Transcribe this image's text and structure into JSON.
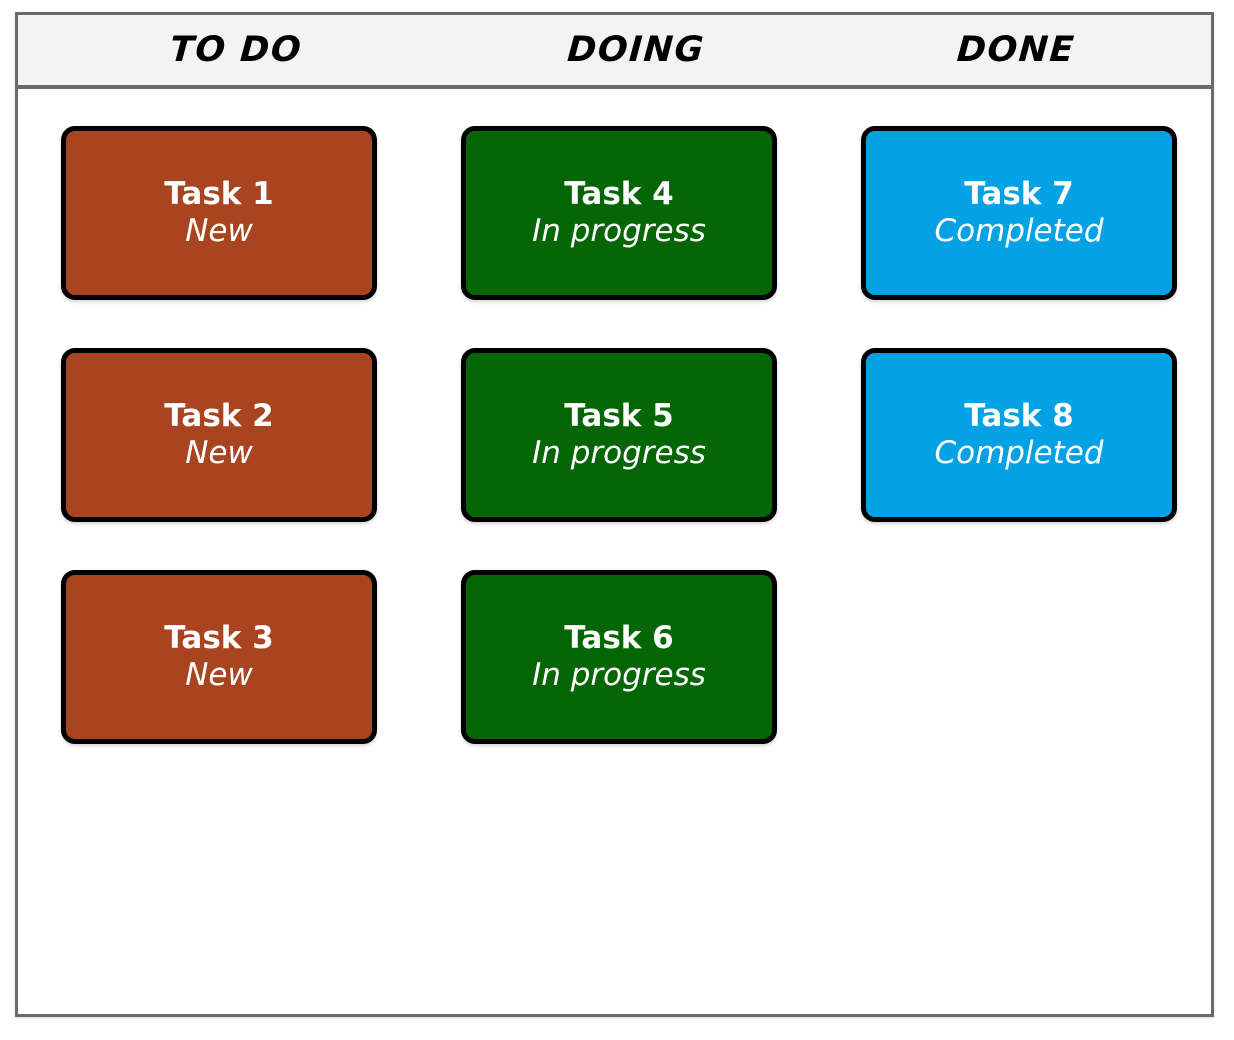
{
  "board": {
    "frame_border_color": "#6b6b6e",
    "background_color": "#ffffff",
    "header_background_color": "#f3f3f4",
    "header_text_color": "#000000"
  },
  "columns": [
    {
      "id": "todo",
      "header": "TO DO",
      "accent_color": "#a8441f",
      "cards": [
        {
          "title": "Task 1",
          "status": "New",
          "color": "#a8441f"
        },
        {
          "title": "Task 2",
          "status": "New",
          "color": "#a8441f"
        },
        {
          "title": "Task 3",
          "status": "New",
          "color": "#a8441f"
        }
      ]
    },
    {
      "id": "doing",
      "header": "DOING",
      "accent_color": "#066606",
      "cards": [
        {
          "title": "Task 4",
          "status": "In progress",
          "color": "#066606"
        },
        {
          "title": "Task 5",
          "status": "In progress",
          "color": "#066606"
        },
        {
          "title": "Task 6",
          "status": "In progress",
          "color": "#066606"
        }
      ]
    },
    {
      "id": "done",
      "header": "DONE",
      "accent_color": "#04a2e4",
      "cards": [
        {
          "title": "Task 7",
          "status": "Completed",
          "color": "#04a2e4"
        },
        {
          "title": "Task 8",
          "status": "Completed",
          "color": "#04a2e4"
        }
      ]
    }
  ]
}
